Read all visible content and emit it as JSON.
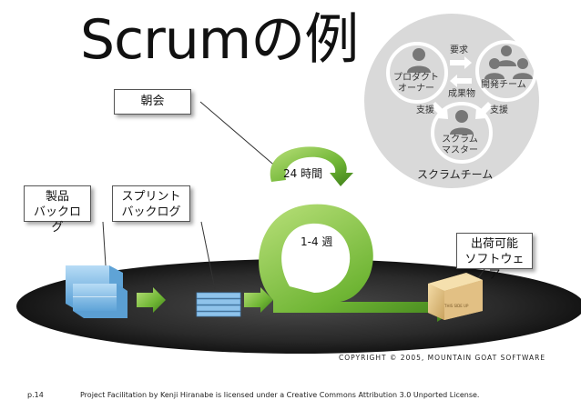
{
  "title": "Scrumの例",
  "callouts": {
    "daily_meeting": "朝会",
    "product_backlog": [
      "製品",
      "バックログ"
    ],
    "sprint_backlog": [
      "スプリント",
      "バックログ"
    ],
    "shippable_software": [
      "出荷可能",
      "ソフトウェア"
    ]
  },
  "cycle": {
    "daily": "24 時間",
    "sprint": "1-4 週"
  },
  "team": {
    "title": "スクラムチーム",
    "product_owner": [
      "プロダクト",
      "オーナー"
    ],
    "dev_team": "開発チーム",
    "scrum_master": [
      "スクラム",
      "マスター"
    ],
    "request": "要求",
    "deliverable": "成果物",
    "support_left": "支援",
    "support_right": "支援"
  },
  "box_label": "THIS SIDE UP",
  "copyright": "COPYRIGHT © 2005, MOUNTAIN GOAT SOFTWARE",
  "footer": {
    "page": "p.14",
    "license": "Project Facilitation by Kenji Hiranabe is licensed under a Creative Commons Attribution 3.0 Unported License."
  },
  "colors": {
    "arrow_green": "#7cc142",
    "stack_blue": "#8fc3ea",
    "team_circle": "#d9d9d9",
    "box_tan": "#e8c98a"
  }
}
